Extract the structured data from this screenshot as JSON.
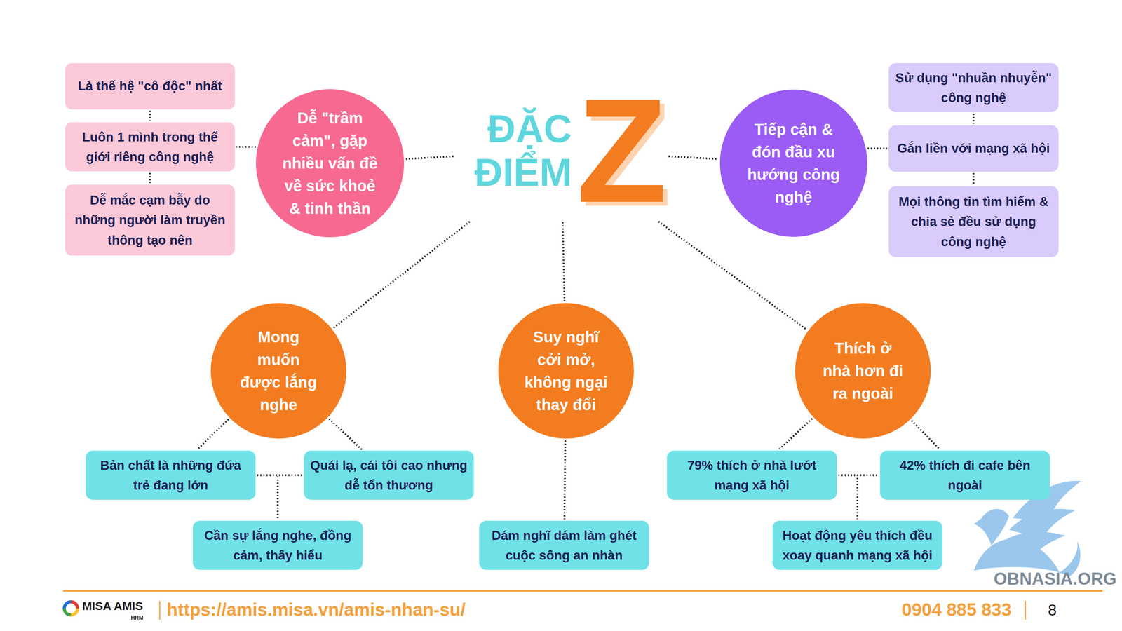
{
  "diagram": {
    "nodes": [
      {
        "text": [
          "Là thế hệ \"cô độc\" nhất"
        ]
      },
      {
        "text": [
          "Luôn 1 mình trong thế giới riêng công nghệ"
        ]
      },
      {
        "text": [
          "Dễ mắc cạm bẫy do những người làm truyền thông tạo nên"
        ]
      },
      {
        "text": [
          "Dễ \"trầm cảm\", gặp nhiều vấn đề về sức khoẻ & tinh thần"
        ]
      },
      {
        "text": [
          "ĐẶC ĐIỂM",
          "Z"
        ]
      },
      {
        "text": [
          "Tiếp cận & đón đầu xu hướng công nghệ"
        ]
      },
      {
        "text": [
          "Sử dụng \"nhuần nhuyễn\" công nghệ"
        ]
      },
      {
        "text": [
          "Gắn liền với mạng xã hội"
        ]
      },
      {
        "text": [
          "Mọi thông tin tìm hiếm & chia sẻ đều sử dụng công nghệ"
        ]
      },
      {
        "text": [
          "Mong muốn được lắng nghe"
        ]
      },
      {
        "text": [
          "Suy nghĩ cởi mở, không ngại thay đổi"
        ]
      },
      {
        "text": [
          "Thích ở nhà hơn đi ra ngoài"
        ]
      },
      {
        "text": [
          "Bản chất là những đứa trẻ đang lớn"
        ]
      },
      {
        "text": [
          "Quái lạ, cái tôi cao nhưng dễ tổn thương"
        ]
      },
      {
        "text": [
          "Cần sự lắng nghe, đồng cảm, thấy hiểu"
        ]
      },
      {
        "text": [
          "Dám nghĩ dám làm ghét cuộc sống an nhàn"
        ]
      },
      {
        "text": [
          "79% thích ở nhà lướt mạng xã hội"
        ]
      },
      {
        "text": [
          "42% thích đi cafe bên ngoài"
        ]
      },
      {
        "text": [
          "Hoạt động yêu thích đều xoay quanh mạng xã hội"
        ]
      }
    ],
    "edges": [
      {
        "from": 0,
        "to": 1,
        "arrow": "none"
      },
      {
        "from": 1,
        "to": 2,
        "arrow": "none"
      },
      {
        "from": 3,
        "to": 1,
        "arrow": "none"
      },
      {
        "from": 4,
        "to": 3,
        "arrow": "none"
      },
      {
        "from": 4,
        "to": 5,
        "arrow": "none"
      },
      {
        "from": 5,
        "to": 7,
        "arrow": "none"
      },
      {
        "from": 6,
        "to": 7,
        "arrow": "none"
      },
      {
        "from": 7,
        "to": 8,
        "arrow": "none"
      },
      {
        "from": 4,
        "to": 9,
        "arrow": "none"
      },
      {
        "from": 4,
        "to": 10,
        "arrow": "none"
      },
      {
        "from": 4,
        "to": 11,
        "arrow": "none"
      },
      {
        "from": 9,
        "to": 12,
        "arrow": "none"
      },
      {
        "from": 9,
        "to": 13,
        "arrow": "none"
      },
      {
        "from": 12,
        "to": 13,
        "arrow": "none"
      },
      {
        "from": 12,
        "to": 14,
        "arrow": "none"
      },
      {
        "from": 10,
        "to": 15,
        "arrow": "none"
      },
      {
        "from": 11,
        "to": 16,
        "arrow": "none"
      },
      {
        "from": 11,
        "to": 17,
        "arrow": "none"
      },
      {
        "from": 16,
        "to": 17,
        "arrow": "none"
      },
      {
        "from": 16,
        "to": 18,
        "arrow": "none"
      }
    ],
    "labels": [
      "MISA AMIS",
      "HRM",
      "https://amis.misa.vn/amis-nhan-su/",
      "0904 885 833",
      "8",
      "OBNASIA.ORG"
    ]
  }
}
